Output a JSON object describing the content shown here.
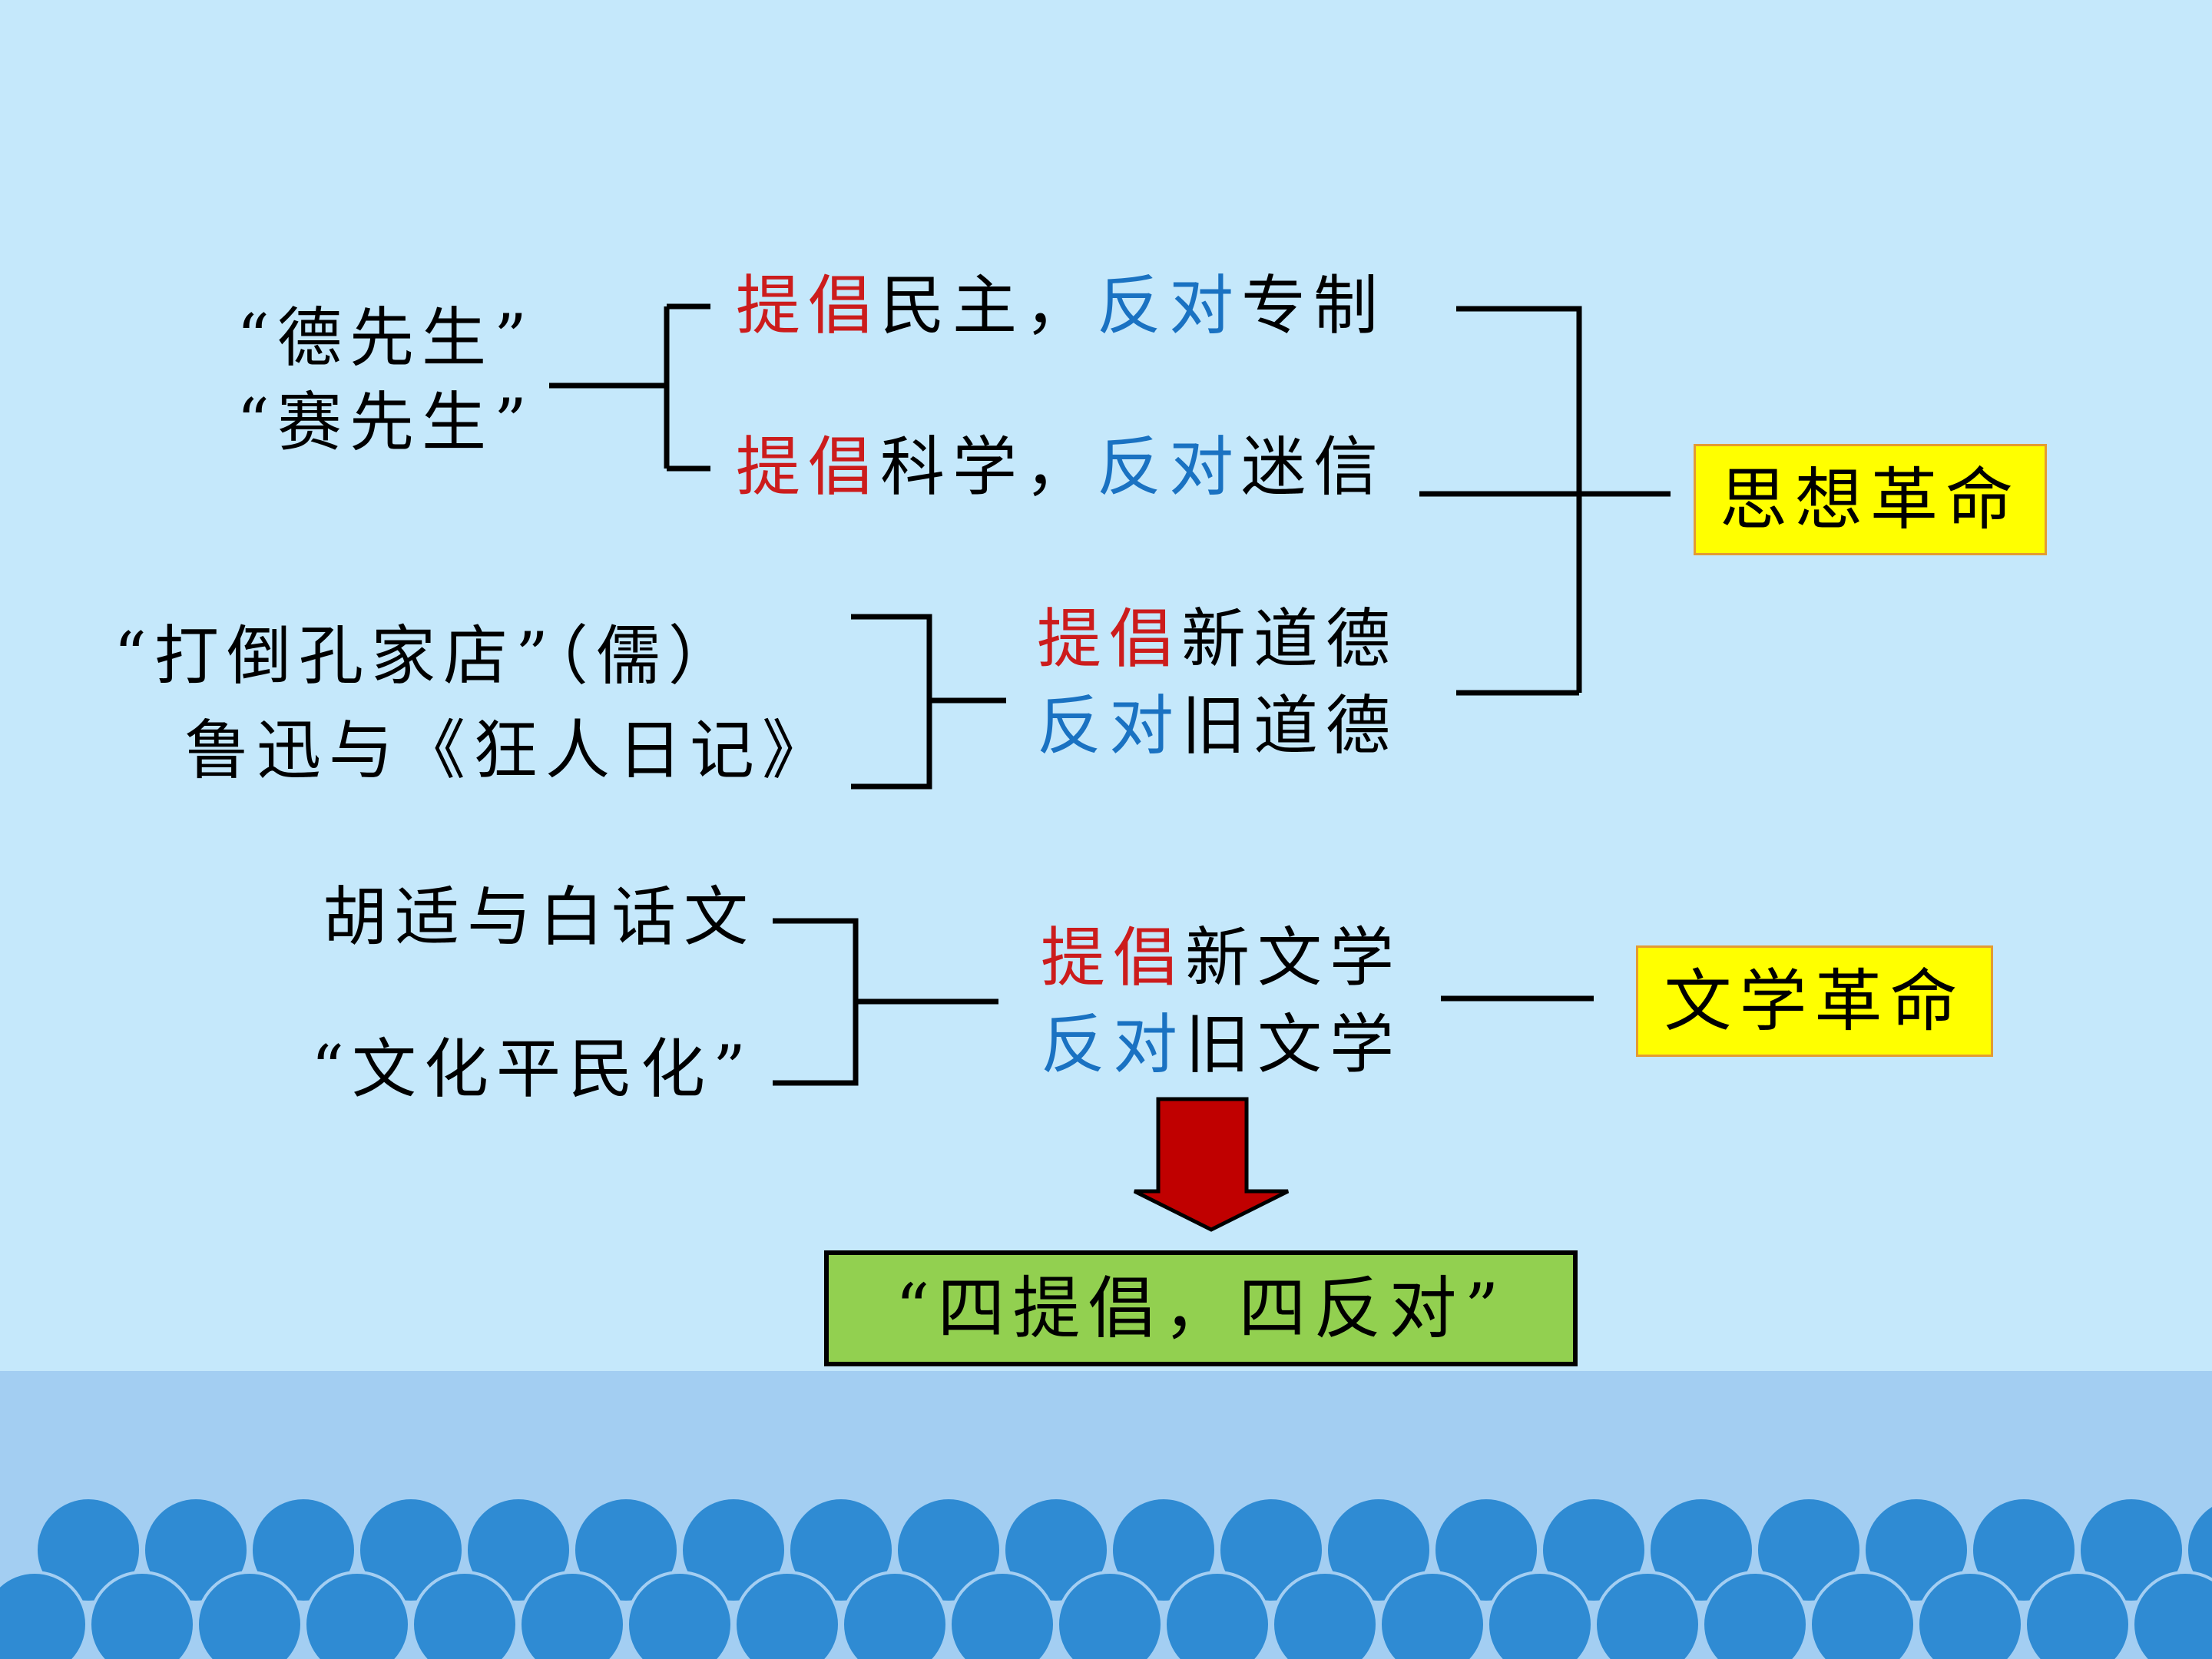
{
  "theme": {
    "bg": "#c5e8fb",
    "sea": "#a3cef2",
    "wave": "#2f8bd3",
    "red": "#cc1c1c",
    "blue": "#1a72c2",
    "yellow": "#ffff00",
    "green": "#92d050"
  },
  "group1": {
    "left1": "“德先生”",
    "left2": "“赛先生”",
    "item1": {
      "p": "提倡",
      "a": "民主，",
      "o": "反对",
      "b": "专制"
    },
    "item2": {
      "p": "提倡",
      "a": "科学，",
      "o": "反对",
      "b": "迷信"
    }
  },
  "group2": {
    "left1": "“打倒孔家店”（儒）",
    "left2": "鲁迅与《狂人日记》",
    "item1": {
      "p": "提倡",
      "a": "新道德"
    },
    "item2": {
      "o": "反对",
      "b": "旧道德"
    }
  },
  "group3": {
    "left1": "胡适与白话文",
    "left2": "“文化平民化”",
    "item1": {
      "p": "提倡",
      "a": "新文学"
    },
    "item2": {
      "o": "反对",
      "b": "旧文学"
    }
  },
  "labels": {
    "thought_revolution": "思想革命",
    "literary_revolution": "文学革命",
    "summary": "“四提倡，四反对”"
  }
}
